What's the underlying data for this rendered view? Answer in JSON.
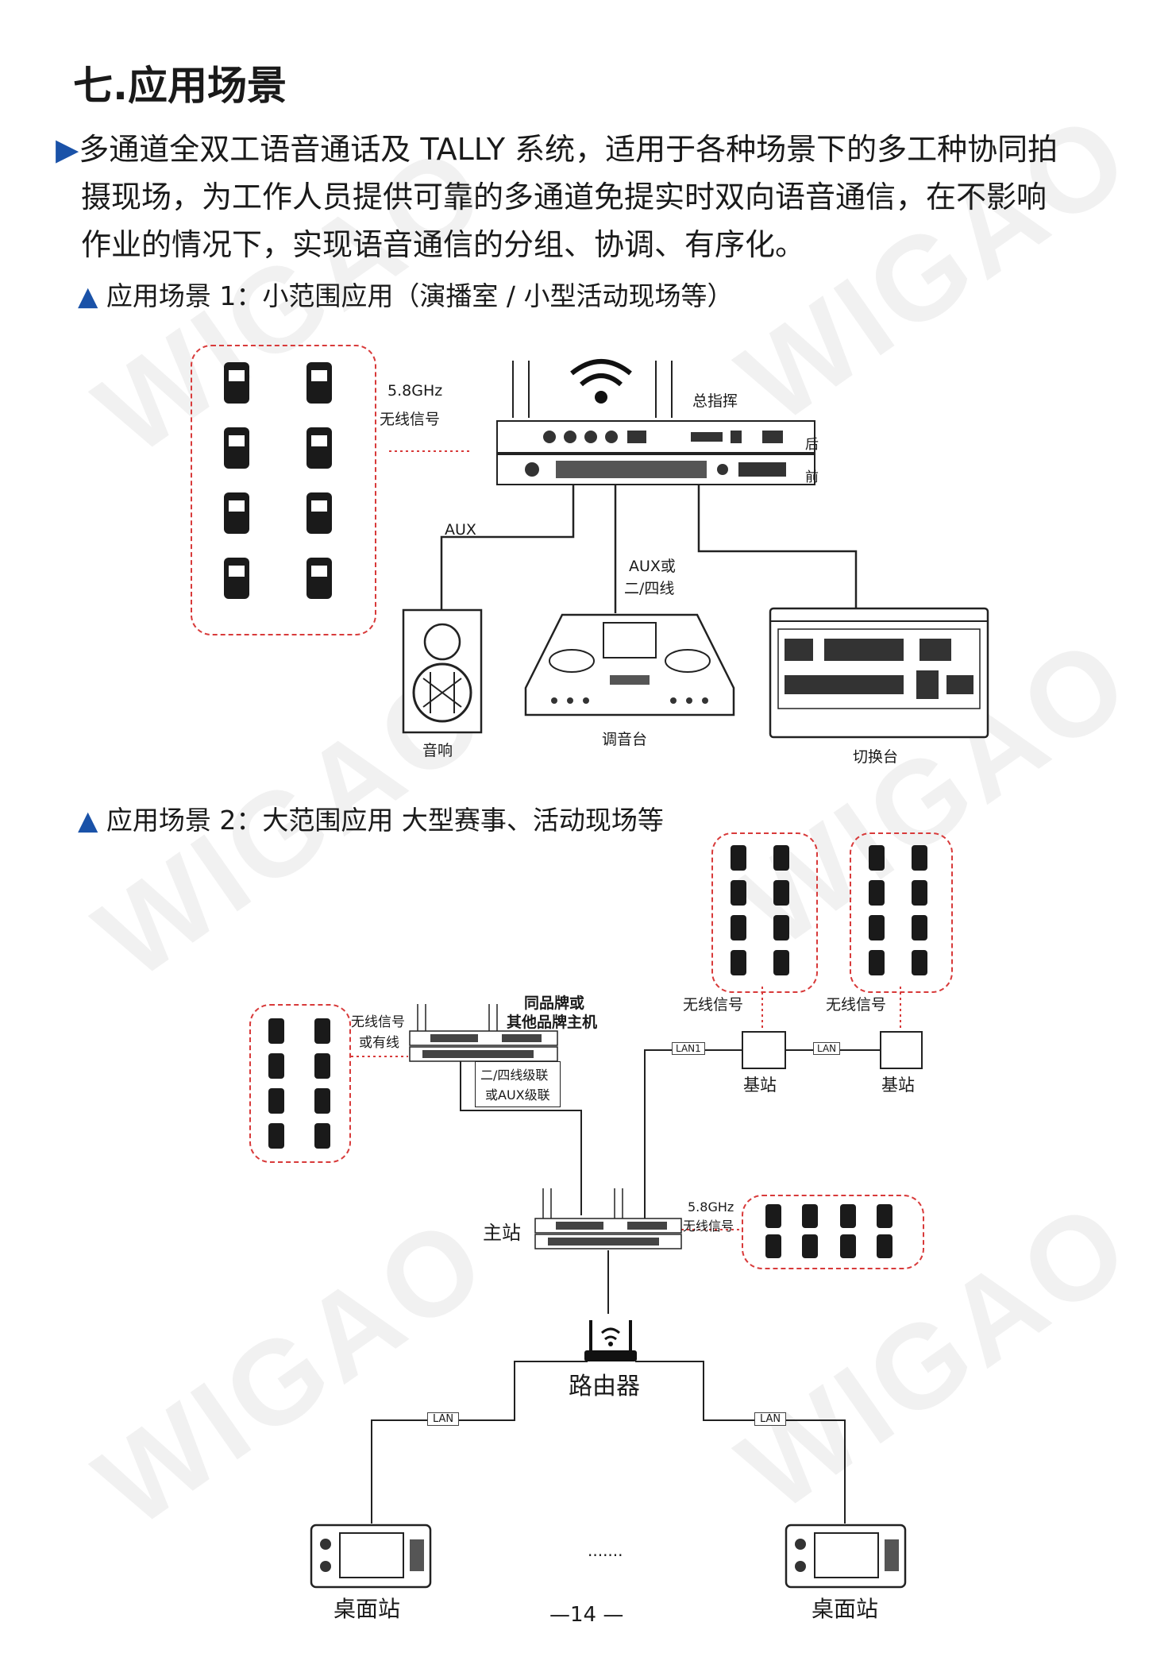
{
  "watermark": "WIGAO",
  "section_title": "七.应用场景",
  "intro": {
    "bullet": "▶",
    "lines": [
      "多通道全双工语音通话及 TALLY 系统，适用于各种场景下的多工种协同拍",
      "摄现场，为工作人员提供可靠的多通道免提实时双向语音通信，在不影响",
      "作业的情况下，实现语音通信的分组、协调、有序化。"
    ]
  },
  "scene1": {
    "marker": "▲",
    "heading": "应用场景 1：小范围应用（演播室 / 小型活动现场等）",
    "wireless_freq": "5.8GHz",
    "wireless_signal": "无线信号",
    "master_label": "总指挥",
    "rear_label": "后",
    "front_label": "前",
    "aux_label": "AUX",
    "aux_or_label": "AUX或",
    "wire_label": "二/四线",
    "speaker_label": "音响",
    "mixer_label": "调音台",
    "switcher_label": "切换台"
  },
  "scene2": {
    "marker": "▲",
    "heading": "应用场景 2：大范围应用 大型赛事、活动现场等",
    "wireless_or_wired_1": "无线信号",
    "wireless_or_wired_2": "或有线",
    "brand_host_1": "同品牌或",
    "brand_host_2": "其他品牌主机",
    "cascade_1": "二/四线级联",
    "cascade_2": "或AUX级联",
    "wireless_signal_a": "无线信号",
    "wireless_signal_b": "无线信号",
    "lan1": "LAN1",
    "lan": "LAN",
    "base_station_a": "基站",
    "base_station_b": "基站",
    "main_station": "主站",
    "freq": "5.8GHz",
    "freq_signal": "无线信号",
    "router": "路由器",
    "lan_left": "LAN",
    "lan_right": "LAN",
    "desk_left": "桌面站",
    "desk_right": "桌面站",
    "ellipsis": "......."
  },
  "page_number": "—14 —"
}
